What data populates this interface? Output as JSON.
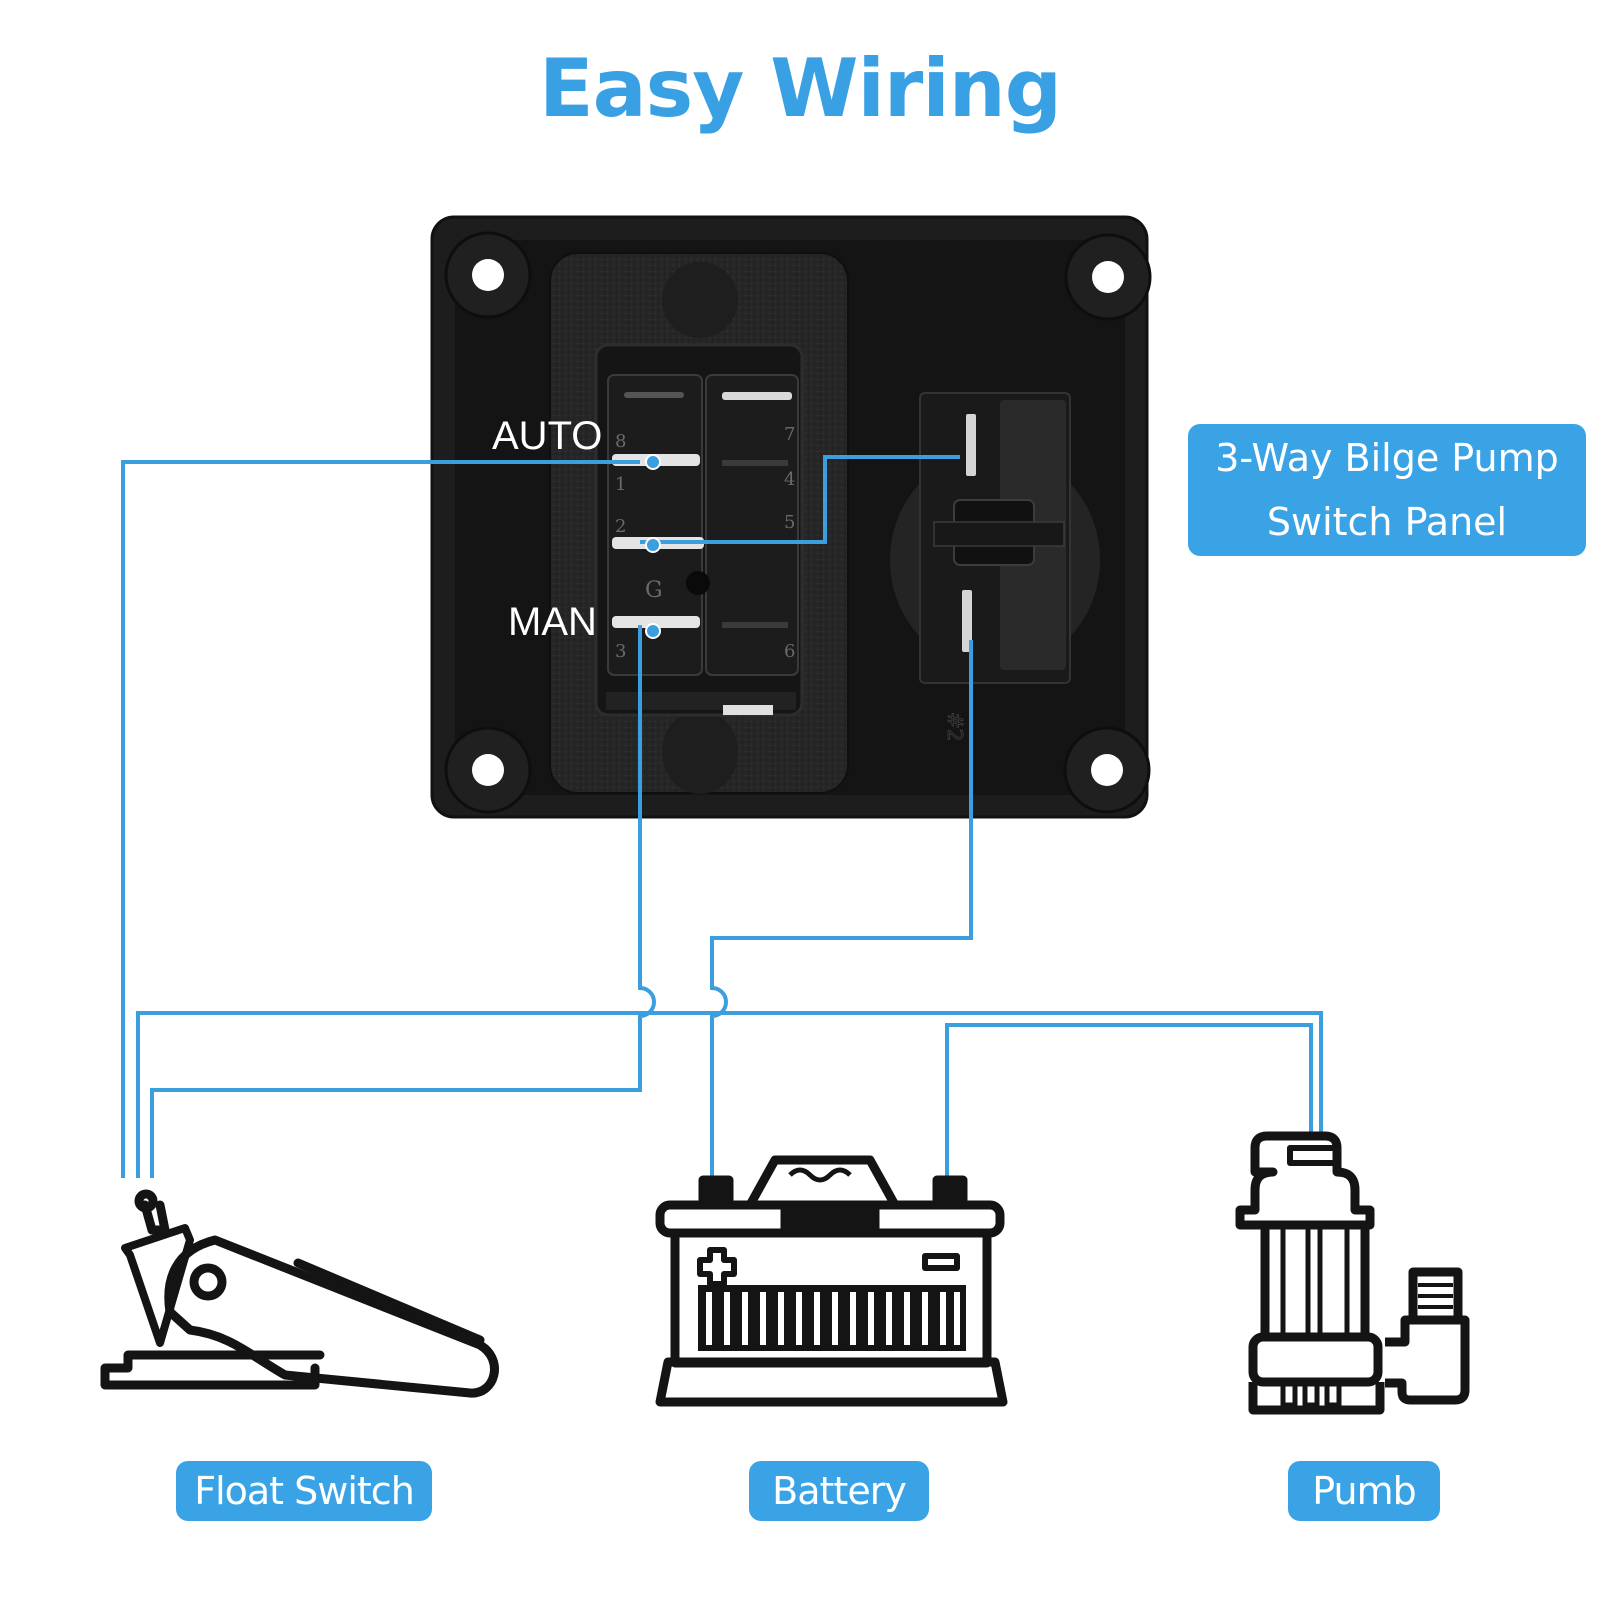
{
  "title": "Easy Wiring",
  "colors": {
    "accent": "#3aa0e4",
    "wire": "#3b9ede",
    "panel": "#1c1c1c",
    "icon": "#141414"
  },
  "panel": {
    "label_lines": [
      "3-Way Bilge Pump",
      "Switch Panel"
    ],
    "switch_positions": {
      "auto": "AUTO",
      "man": "MAN"
    },
    "pin_numbers": [
      "8",
      "1",
      "2",
      "G",
      "3",
      "7",
      "4",
      "5",
      "6"
    ],
    "marking": "#2"
  },
  "components": [
    {
      "id": "float-switch",
      "label": "Float Switch",
      "icon": "float-switch-icon"
    },
    {
      "id": "battery",
      "label": "Battery",
      "icon": "battery-icon"
    },
    {
      "id": "pump",
      "label": "Pumb",
      "icon": "pump-icon"
    }
  ],
  "wires": [
    {
      "from": "switch AUTO terminal",
      "to": "float-switch"
    },
    {
      "from": "switch pin 2",
      "to": "breaker top terminal"
    },
    {
      "from": "switch MAN terminal",
      "to": "float-switch"
    },
    {
      "from": "breaker bottom terminal",
      "to": "battery positive"
    },
    {
      "from": "float-switch",
      "to": "pump"
    },
    {
      "from": "battery negative",
      "to": "pump"
    }
  ]
}
